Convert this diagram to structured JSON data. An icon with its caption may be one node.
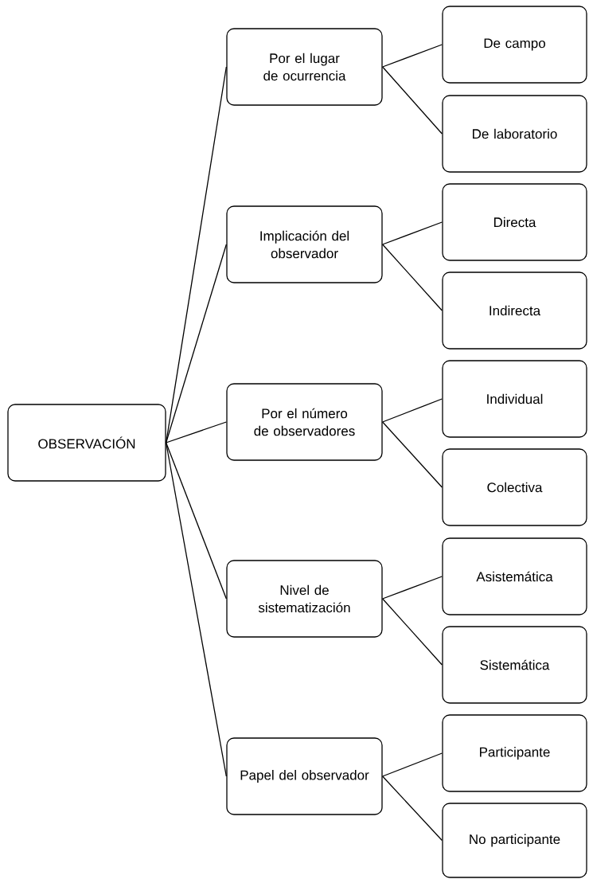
{
  "diagram": {
    "nodes": [
      {
        "text": [
          "OBSERVACIÓN"
        ]
      },
      {
        "text": [
          "Por el lugar de ocurrencia"
        ]
      },
      {
        "text": [
          "De campo"
        ]
      },
      {
        "text": [
          "De laboratorio"
        ]
      },
      {
        "text": [
          "Implicación del observador"
        ]
      },
      {
        "text": [
          "Directa"
        ]
      },
      {
        "text": [
          "Indirecta"
        ]
      },
      {
        "text": [
          "Por el número de observadores"
        ]
      },
      {
        "text": [
          "Individual"
        ]
      },
      {
        "text": [
          "Colectiva"
        ]
      },
      {
        "text": [
          "Nivel de sistematización"
        ]
      },
      {
        "text": [
          "Asistemática"
        ]
      },
      {
        "text": [
          "Sistemática"
        ]
      },
      {
        "text": [
          "Papel del observador"
        ]
      },
      {
        "text": [
          "Participante"
        ]
      },
      {
        "text": [
          "No participante"
        ]
      }
    ],
    "edges": [
      {
        "from": 0,
        "to": 1,
        "arrow": "none"
      },
      {
        "from": 0,
        "to": 4,
        "arrow": "none"
      },
      {
        "from": 0,
        "to": 7,
        "arrow": "none"
      },
      {
        "from": 0,
        "to": 10,
        "arrow": "none"
      },
      {
        "from": 0,
        "to": 13,
        "arrow": "none"
      },
      {
        "from": 1,
        "to": 2,
        "arrow": "none"
      },
      {
        "from": 1,
        "to": 3,
        "arrow": "none"
      },
      {
        "from": 4,
        "to": 5,
        "arrow": "none"
      },
      {
        "from": 4,
        "to": 6,
        "arrow": "none"
      },
      {
        "from": 7,
        "to": 8,
        "arrow": "none"
      },
      {
        "from": 7,
        "to": 9,
        "arrow": "none"
      },
      {
        "from": 10,
        "to": 11,
        "arrow": "none"
      },
      {
        "from": 10,
        "to": 12,
        "arrow": "none"
      },
      {
        "from": 13,
        "to": 14,
        "arrow": "none"
      },
      {
        "from": 13,
        "to": 15,
        "arrow": "none"
      }
    ]
  }
}
